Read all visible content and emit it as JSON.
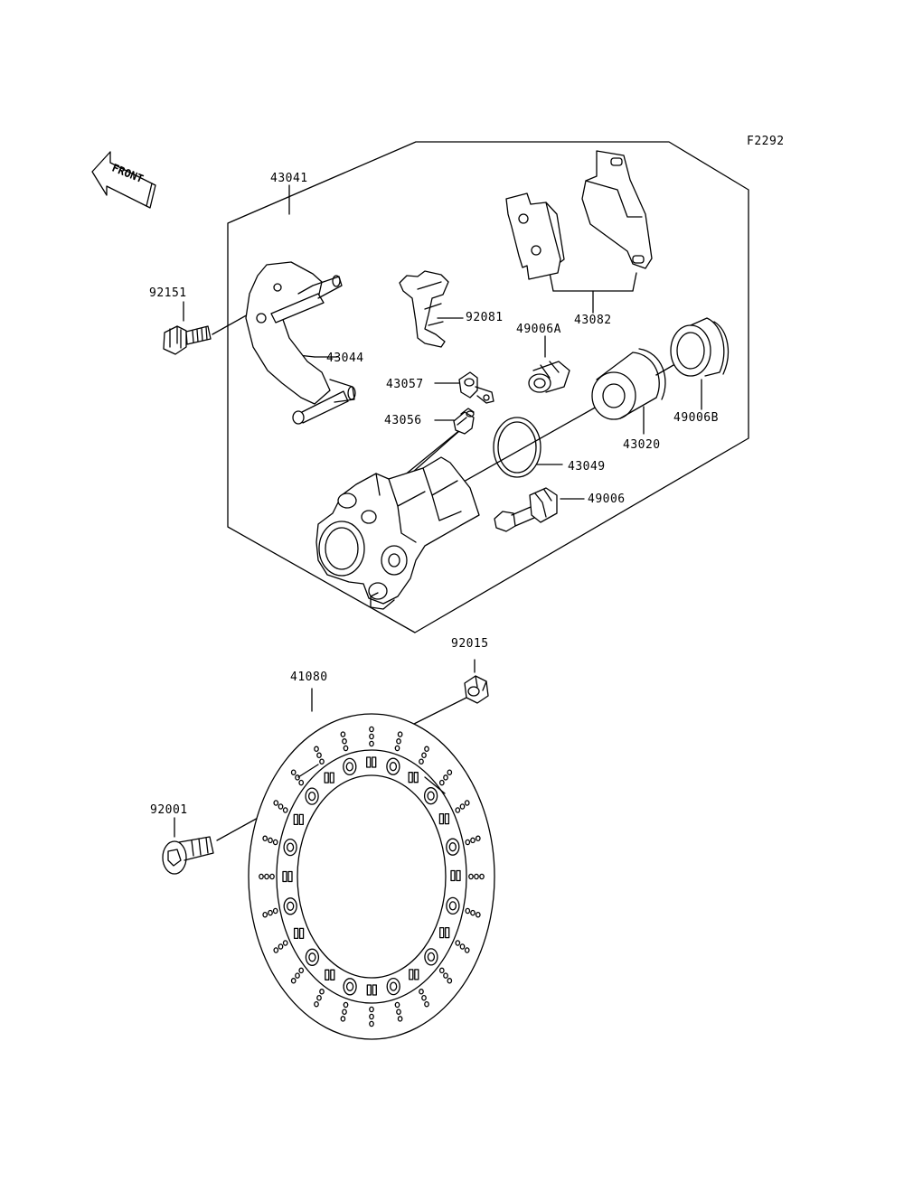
{
  "figure_code": "F2292",
  "front_arrow_text": "FRONT",
  "parts": {
    "p43041": "43041",
    "p92151": "92151",
    "p92081": "92081",
    "p43082": "43082",
    "p49006A": "49006A",
    "p43044": "43044",
    "p43057": "43057",
    "p43056": "43056",
    "p43020": "43020",
    "p49006B": "49006B",
    "p43049": "43049",
    "p49006": "49006",
    "p92015": "92015",
    "p41080": "41080",
    "p92001": "92001"
  }
}
